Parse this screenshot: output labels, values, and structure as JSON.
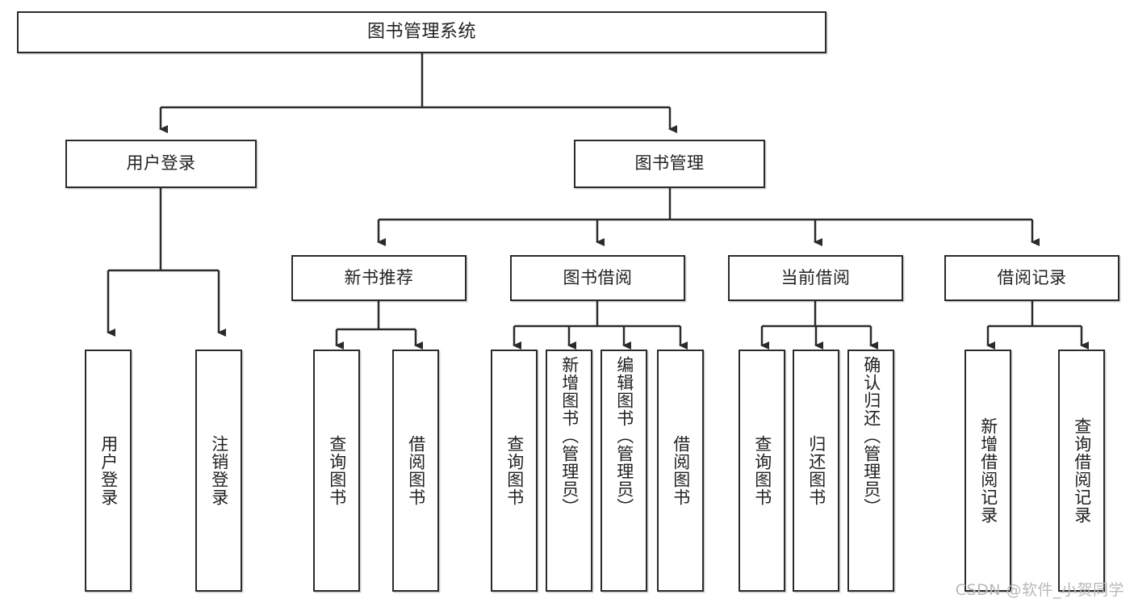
{
  "diagram": {
    "type": "tree-hierarchy",
    "title": "图书管理系统",
    "root": {
      "label": "图书管理系统"
    },
    "level2": [
      {
        "label": "用户登录"
      },
      {
        "label": "图书管理"
      }
    ],
    "level3": [
      {
        "label": "新书推荐"
      },
      {
        "label": "图书借阅"
      },
      {
        "label": "当前借阅"
      },
      {
        "label": "借阅记录"
      }
    ],
    "leaves": {
      "user_login": [
        {
          "label": "用户登录"
        },
        {
          "label": "注销登录"
        }
      ],
      "new_book_recommend": [
        {
          "label": "查询图书"
        },
        {
          "label": "借阅图书"
        }
      ],
      "book_borrow": [
        {
          "label": "查询图书"
        },
        {
          "label": "新增图书（管理员）"
        },
        {
          "label": "编辑图书（管理员）"
        },
        {
          "label": "借阅图书"
        }
      ],
      "current_borrow": [
        {
          "label": "查询图书"
        },
        {
          "label": "归还图书"
        },
        {
          "label": "确认归还（管理员）"
        }
      ],
      "borrow_record": [
        {
          "label": "新增借阅记录"
        },
        {
          "label": "查询借阅记录"
        }
      ]
    },
    "colors": {
      "stroke": "#2b2b2b",
      "fill": "#ffffff",
      "text": "#222222",
      "watermark": "#b9b9b9"
    }
  },
  "watermark": {
    "text": "CSDN @软件_小贺同学"
  }
}
